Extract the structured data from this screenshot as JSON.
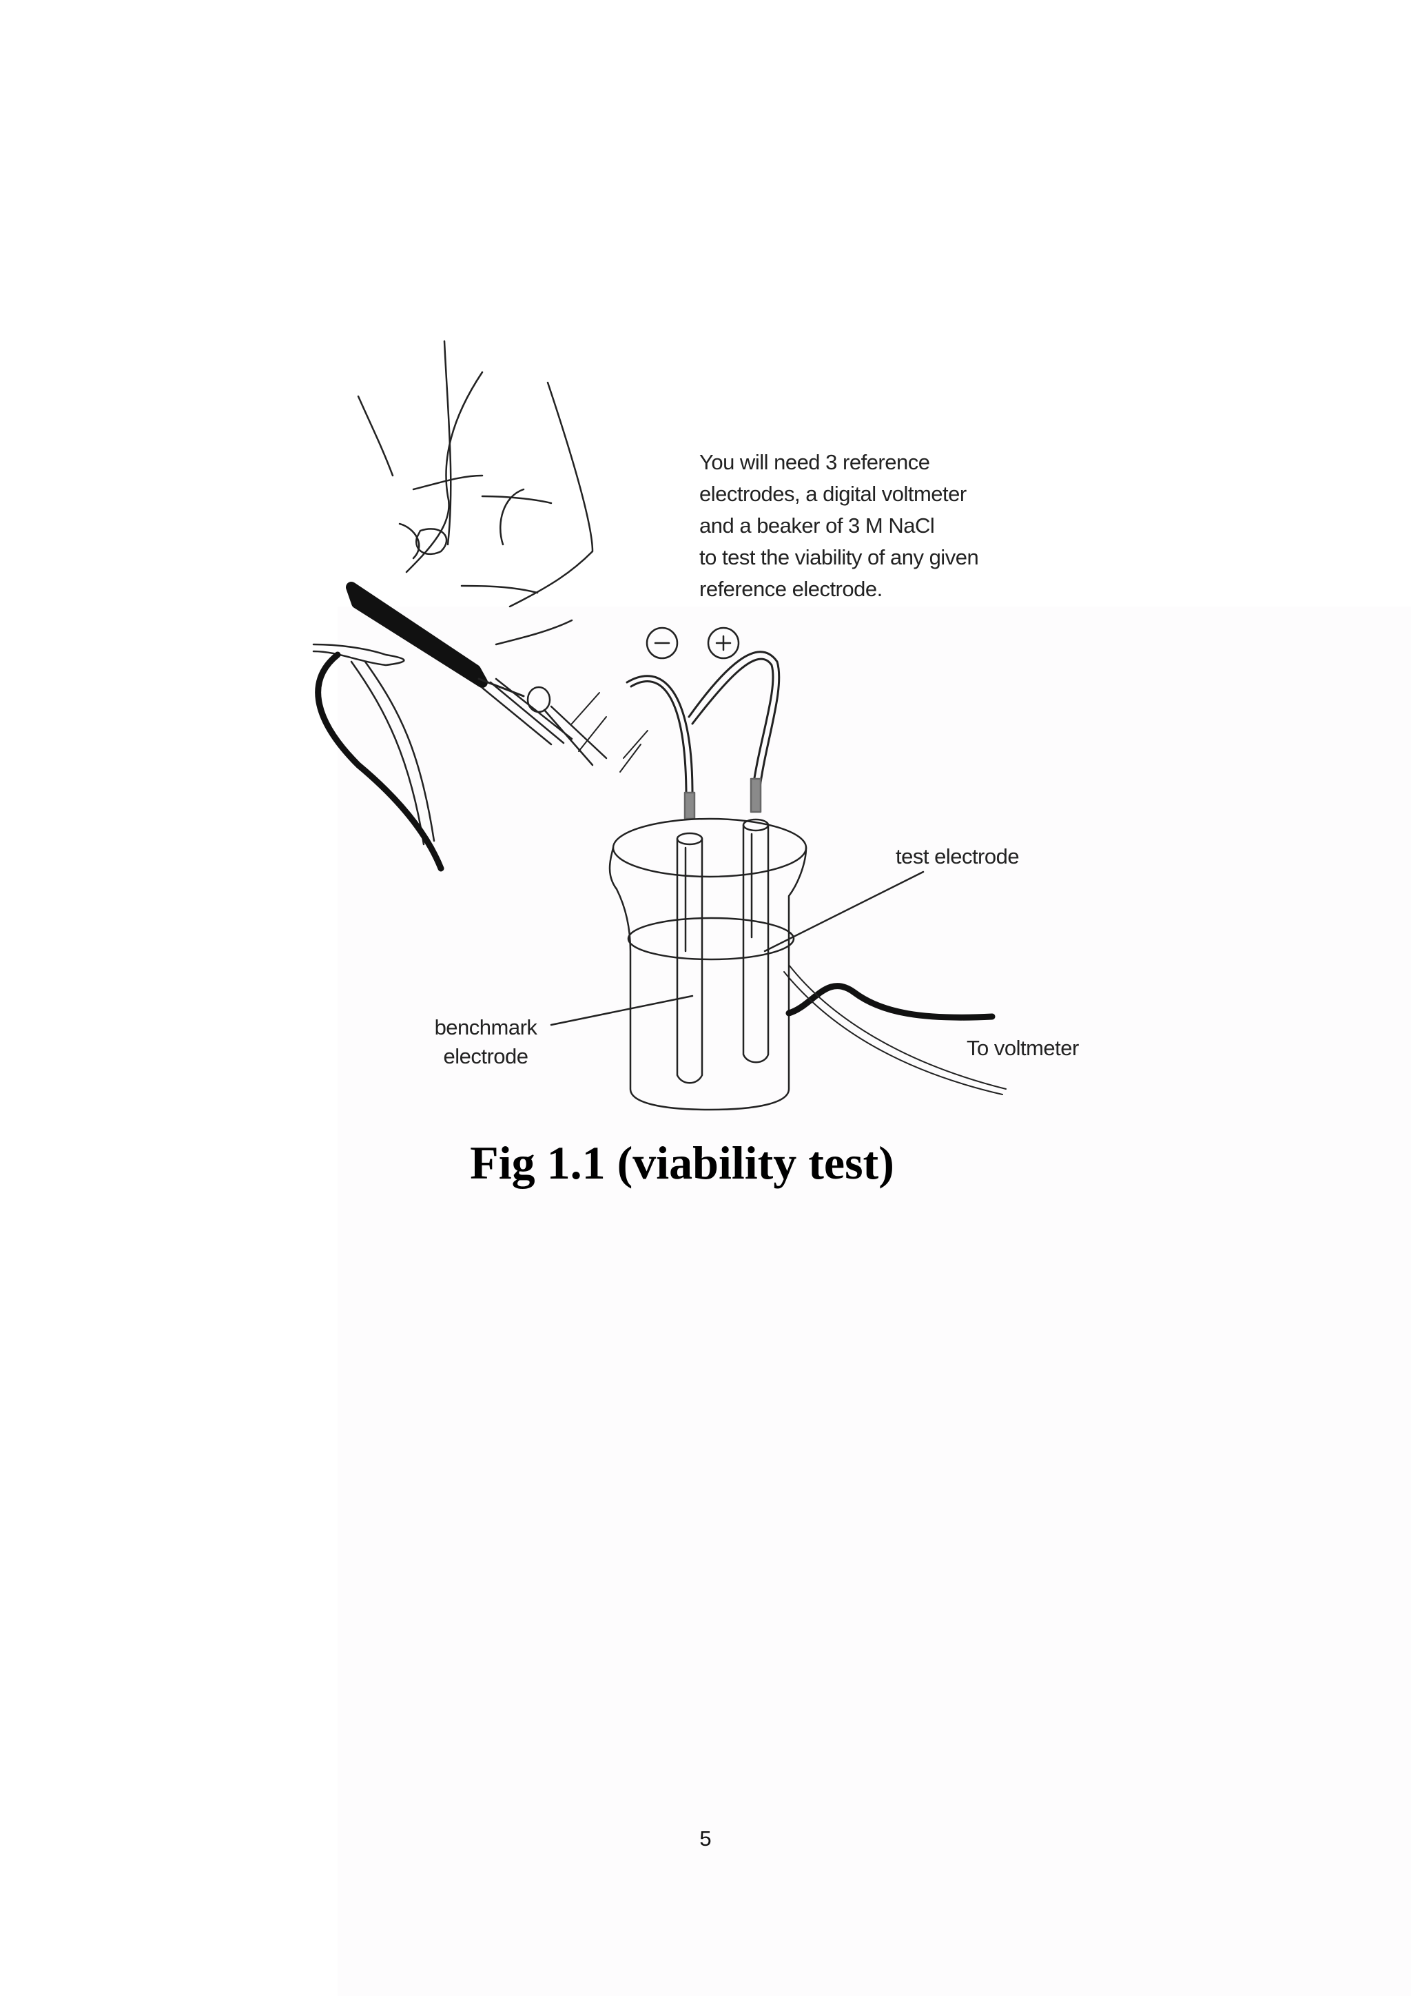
{
  "figure": {
    "note": "You will need 3 reference\nelectrodes, a digital voltmeter\nand a beaker of 3 M NaCl\nto test the viability of any given\nreference electrode.",
    "terminals": {
      "negative": "−",
      "positive": "+"
    },
    "labels": {
      "test_electrode": "test electrode",
      "benchmark_electrode": "benchmark\nelectrode",
      "to_voltmeter": "To voltmeter"
    },
    "caption": "Fig 1.1 (viability test)"
  },
  "footer": {
    "page_number": "5"
  },
  "colors": {
    "line": "#222222",
    "cable": "#111111",
    "sleeve": "#8a8a8a"
  }
}
